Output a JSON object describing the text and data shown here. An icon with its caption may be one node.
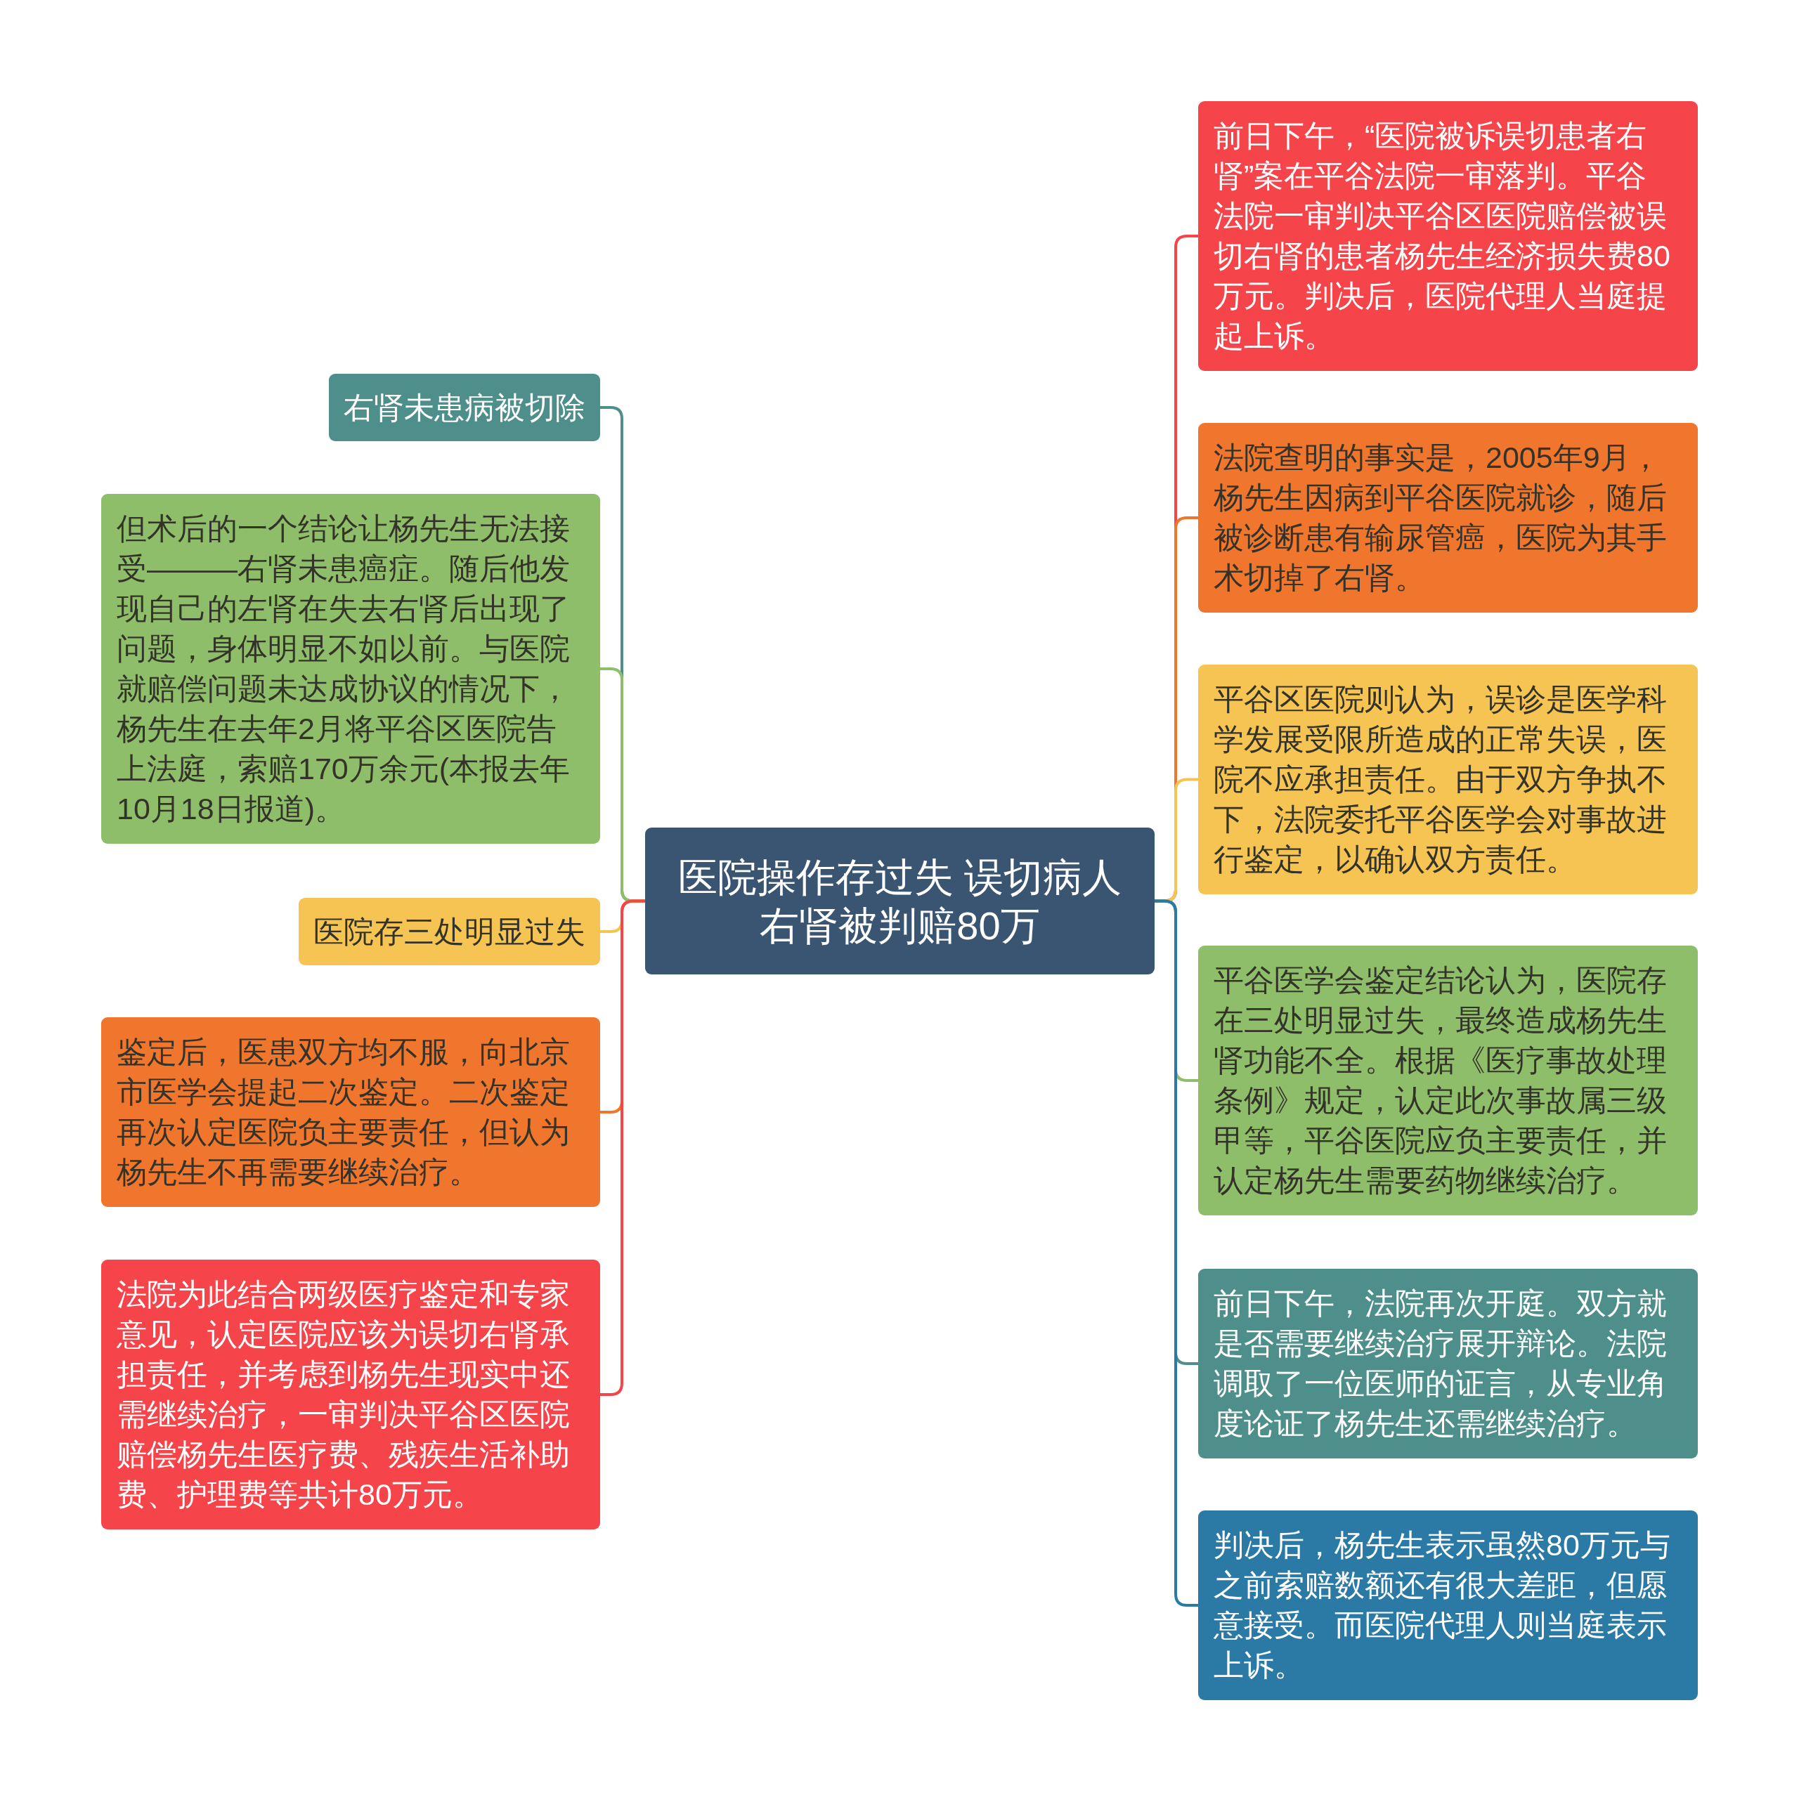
{
  "diagram": {
    "nodes": [
      {
        "text": [
          "医院操作存过失 误切病人右肾被判赔80万"
        ]
      },
      {
        "text": [
          "右肾未患病被切除"
        ]
      },
      {
        "text": [
          "但术后的一个结论让杨先生无法接受———右肾未患癌症。随后他发现自己的左肾在失去右肾后出现了问题，身体明显不如以前。与医院就赔偿问题未达成协议的情况下，杨先生在去年2月将平谷区医院告上法庭，索赔170万余元(本报去年10月18日报道)。"
        ]
      },
      {
        "text": [
          "医院存三处明显过失"
        ]
      },
      {
        "text": [
          "鉴定后，医患双方均不服，向北京市医学会提起二次鉴定。二次鉴定再次认定医院负主要责任，但认为杨先生不再需要继续治疗。"
        ]
      },
      {
        "text": [
          "法院为此结合两级医疗鉴定和专家意见，认定医院应该为误切右肾承担责任，并考虑到杨先生现实中还需继续治疗，一审判决平谷区医院赔偿杨先生医疗费、残疾生活补助费、护理费等共计80万元。"
        ]
      },
      {
        "text": [
          "前日下午，“医院被诉误切患者右肾”案在平谷法院一审落判。平谷法院一审判决平谷区医院赔偿被误切右肾的患者杨先生经济损失费80万元。判决后，医院代理人当庭提起上诉。"
        ]
      },
      {
        "text": [
          "法院查明的事实是，2005年9月，杨先生因病到平谷医院就诊，随后被诊断患有输尿管癌，医院为其手术切掉了右肾。"
        ]
      },
      {
        "text": [
          "平谷区医院则认为，误诊是医学科学发展受限所造成的正常失误，医院不应承担责任。由于双方争执不下，法院委托平谷医学会对事故进行鉴定，以确认双方责任。"
        ]
      },
      {
        "text": [
          "平谷医学会鉴定结论认为，医院存在三处明显过失，最终造成杨先生肾功能不全。根据《医疗事故处理条例》规定，认定此次事故属三级甲等，平谷医院应负主要责任，并认定杨先生需要药物继续治疗。"
        ]
      },
      {
        "text": [
          "前日下午，法院再次开庭。双方就是否需要继续治疗展开辩论。法院调取了一位医师的证言，从专业角度论证了杨先生还需继续治疗。"
        ]
      },
      {
        "text": [
          "判决后，杨先生表示虽然80万元与之前索赔数额还有很大差距，但愿意接受。而医院代理人则当庭表示上诉。"
        ]
      }
    ],
    "edges": [
      {
        "from": 0,
        "to": 1,
        "arrow": "none",
        "color": "#4f8f8b"
      },
      {
        "from": 0,
        "to": 2,
        "arrow": "none",
        "color": "#8fbe6b"
      },
      {
        "from": 0,
        "to": 3,
        "arrow": "none",
        "color": "#f6c453"
      },
      {
        "from": 0,
        "to": 4,
        "arrow": "none",
        "color": "#f0762e"
      },
      {
        "from": 0,
        "to": 5,
        "arrow": "none",
        "color": "#f5444a"
      },
      {
        "from": 0,
        "to": 6,
        "arrow": "none",
        "color": "#f5444a"
      },
      {
        "from": 0,
        "to": 7,
        "arrow": "none",
        "color": "#f0762e"
      },
      {
        "from": 0,
        "to": 8,
        "arrow": "none",
        "color": "#f6c453"
      },
      {
        "from": 0,
        "to": 9,
        "arrow": "none",
        "color": "#8fbe6b"
      },
      {
        "from": 0,
        "to": 10,
        "arrow": "none",
        "color": "#4f8f8b"
      },
      {
        "from": 0,
        "to": 11,
        "arrow": "none",
        "color": "#2b7aa5"
      }
    ]
  }
}
